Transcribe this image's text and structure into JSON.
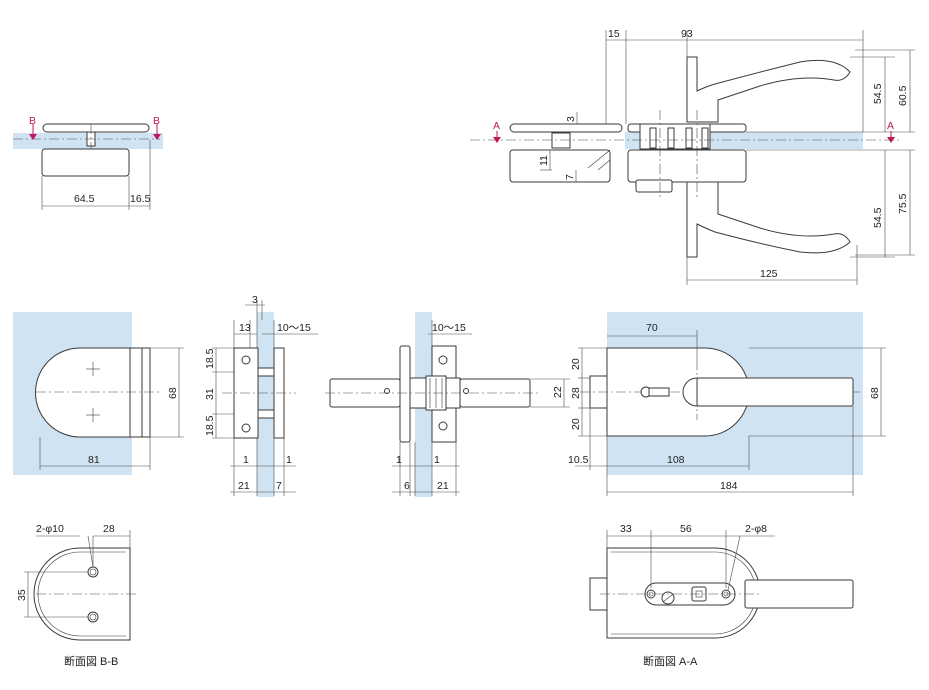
{
  "colors": {
    "glass": "#d0e3f2",
    "line": "#3a3a3a",
    "section_marker": "#c2185b"
  },
  "section_marks": {
    "b_left": "B",
    "b_right": "B",
    "a_left": "A",
    "a_right": "A"
  },
  "top_left_view": {
    "d_64_5": "64.5",
    "d_16_5": "16.5"
  },
  "top_right_view": {
    "d_15": "15",
    "d_93": "93",
    "d_3": "3",
    "d_11": "11",
    "d_7": "7",
    "d_54_5_top": "54.5",
    "d_60_5": "60.5",
    "d_54_5_bottom": "54.5",
    "d_75_5": "75.5",
    "d_125": "125"
  },
  "middle_left_view": {
    "d_68": "68",
    "d_81": "81"
  },
  "side_view_left": {
    "d_3": "3",
    "d_13": "13",
    "d_10_15": "10～15",
    "d_18_5_top": "18.5",
    "d_31": "31",
    "d_18_5_bottom": "18.5",
    "d_1_left": "1",
    "d_1_right": "1",
    "d_21": "21",
    "d_7": "7"
  },
  "side_view_right": {
    "d_10_15": "10～15",
    "d_22": "22",
    "d_1_left": "1",
    "d_1_right": "1",
    "d_6": "6",
    "d_21": "21"
  },
  "front_view_right": {
    "d_70": "70",
    "d_20_top": "20",
    "d_28": "28",
    "d_20_bottom": "20",
    "d_68": "68",
    "d_10_5": "10.5",
    "d_108": "108",
    "d_184": "184"
  },
  "section_b": {
    "d_holes": "2-φ10",
    "d_28": "28",
    "d_35": "35",
    "caption": "断面図 B-B"
  },
  "section_a": {
    "d_33": "33",
    "d_56": "56",
    "d_holes": "2-φ8",
    "caption": "断面図 A-A"
  }
}
